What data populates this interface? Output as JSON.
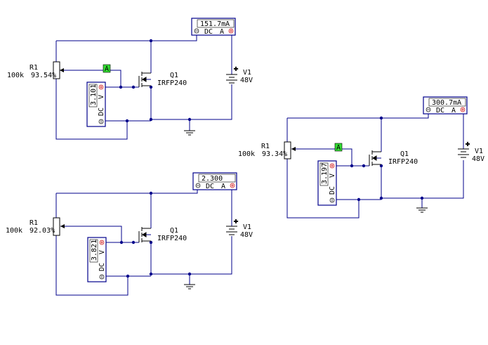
{
  "colors": {
    "wire": "#00008b",
    "component": "#000000",
    "meter_border": "#00008b",
    "pin": "#cc0000",
    "key_bg": "#33dd33",
    "background": "#ffffff"
  },
  "circuits": [
    {
      "pot": {
        "name": "R1",
        "value": "100k",
        "setting": "93.54%",
        "key": "A"
      },
      "mosfet": {
        "name": "Q1",
        "part": "IRFP240"
      },
      "battery": {
        "name": "V1",
        "voltage": "48V"
      },
      "ammeter": {
        "reading": "151.7mA",
        "mode": "DC",
        "unit": "A"
      },
      "voltmeter": {
        "reading": "3.101",
        "mode": "DC",
        "unit": "V"
      }
    },
    {
      "pot": {
        "name": "R1",
        "value": "100k",
        "setting": "92.03%"
      },
      "mosfet": {
        "name": "Q1",
        "part": "IRFP240"
      },
      "battery": {
        "name": "V1",
        "voltage": "48V"
      },
      "ammeter": {
        "reading": "2.300",
        "mode": "DC",
        "unit": "A"
      },
      "voltmeter": {
        "reading": "3.821",
        "mode": "DC",
        "unit": "V"
      }
    },
    {
      "pot": {
        "name": "R1",
        "value": "100k",
        "setting": "93.34%",
        "key": "A"
      },
      "mosfet": {
        "name": "Q1",
        "part": "IRFP240"
      },
      "battery": {
        "name": "V1",
        "voltage": "48V"
      },
      "ammeter": {
        "reading": "300.7mA",
        "mode": "DC",
        "unit": "A"
      },
      "voltmeter": {
        "reading": "3.197",
        "mode": "DC",
        "unit": "V"
      }
    }
  ]
}
